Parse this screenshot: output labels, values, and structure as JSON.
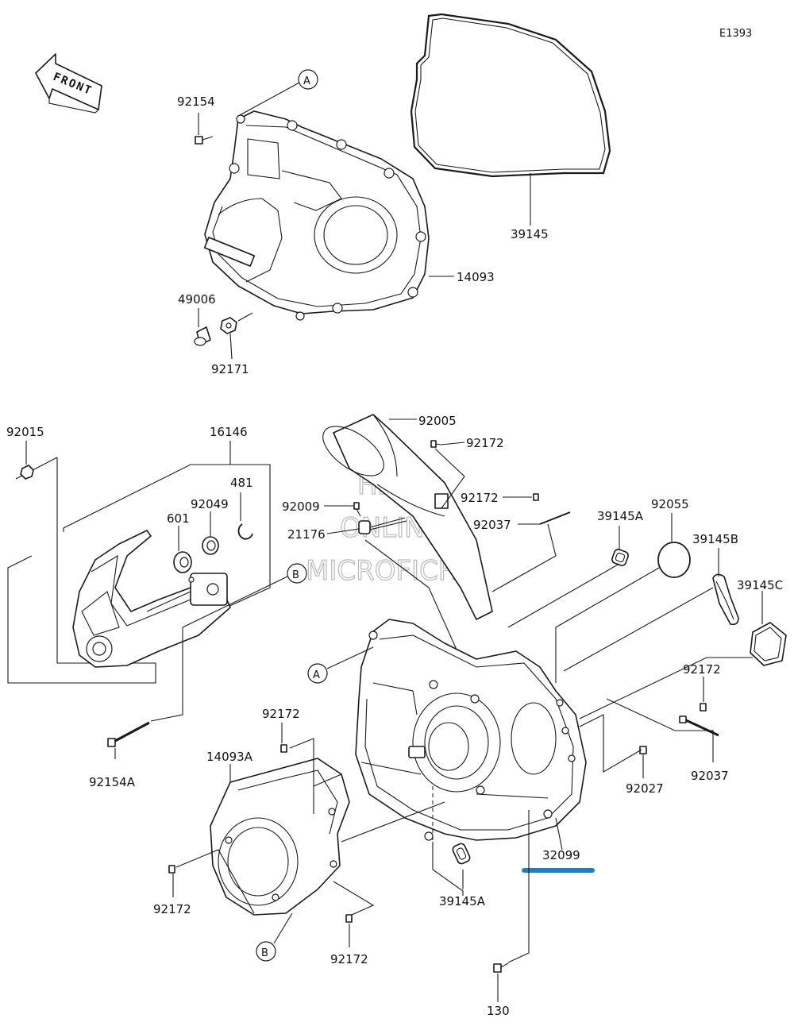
{
  "diagram_code": "E1393",
  "front_label": "FRONT",
  "watermark": {
    "line1": "HLSM",
    "line2": "ONLINE",
    "line3": "MICROFICHE"
  },
  "reference_marks": {
    "a": "A",
    "b": "B"
  },
  "parts": {
    "p92154": "92154",
    "p14093": "14093",
    "p39145": "39145",
    "p49006": "49006",
    "p92171": "92171",
    "p92015": "92015",
    "p16146": "16146",
    "p481": "481",
    "p92049": "92049",
    "p601": "601",
    "p92005": "92005",
    "p92172_top": "92172",
    "p92009": "92009",
    "p92172_mid": "92172",
    "p21176": "21176",
    "p92037_top": "92037",
    "p39145A_top": "39145A",
    "p92055": "92055",
    "p39145B": "39145B",
    "p39145C": "39145C",
    "p92172_right": "92172",
    "p92037_right": "92037",
    "p92027": "92027",
    "p32099": "32099",
    "p92154A": "92154A",
    "p92172_left": "92172",
    "p14093A": "14093A",
    "p39145A_bottom": "39145A",
    "p92172_bl": "92172",
    "p92172_bc": "92172",
    "p130": "130"
  },
  "highlight_color": "#1a7fd1"
}
